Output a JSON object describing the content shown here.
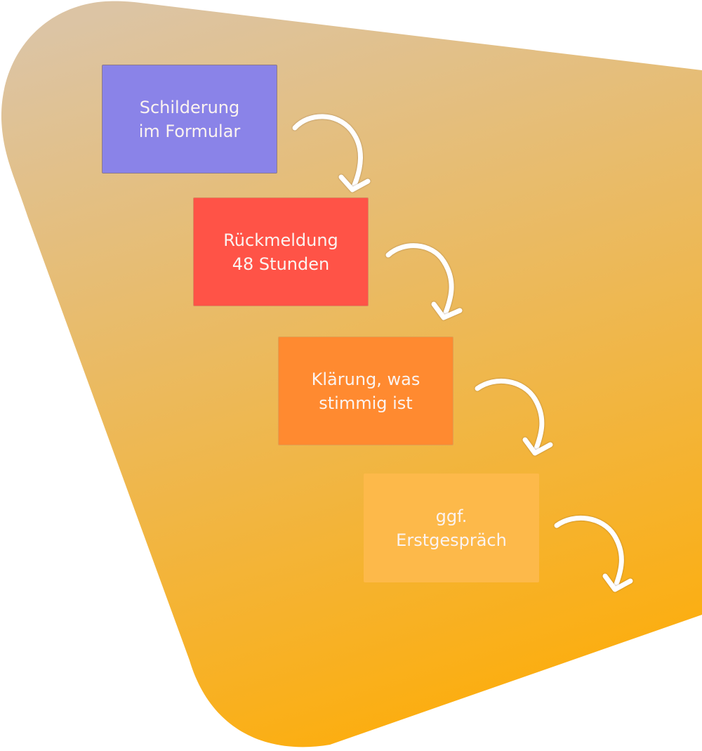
{
  "diagram": {
    "type": "process-flow",
    "background": {
      "gradient_top": "#dcc4a4",
      "gradient_bottom": "#fcae10"
    },
    "steps": [
      {
        "label": "Schilderung\nim Formular",
        "color": "#8a83e8"
      },
      {
        "label": "Rückmeldung\n48 Stunden",
        "color": "#ff5347"
      },
      {
        "label": "Klärung, was\nstimmig ist",
        "color": "#ff8a30"
      },
      {
        "label": "ggf.\nErstgespräch",
        "color": "#fdb94a"
      }
    ],
    "arrow_color": "#ffffff"
  }
}
